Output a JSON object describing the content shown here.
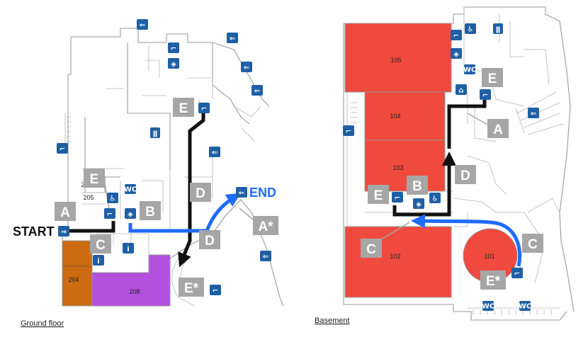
{
  "colors": {
    "route_black": "#111111",
    "route_blue": "#1e6bff",
    "room_orange": "#cc6b12",
    "room_purple": "#b44fde",
    "room_red": "#ef4a3d",
    "label_gray": "#a6a6a6",
    "icon_blue": "#1f5fa5"
  },
  "ground_floor": {
    "caption": "Ground floor",
    "start_label": "START",
    "end_label": "END",
    "rooms": [
      "206",
      "205",
      "204",
      "208"
    ],
    "labels": [
      "A",
      "C",
      "E",
      "B",
      "D",
      "E",
      "D",
      "A*",
      "E*"
    ]
  },
  "basement": {
    "caption": "Basement",
    "rooms": [
      "105",
      "104",
      "103",
      "102",
      "101"
    ],
    "labels": [
      "E",
      "A",
      "E",
      "B",
      "D",
      "C",
      "C",
      "E*"
    ]
  },
  "icons": {
    "exit": "exit-arrow-icon",
    "stairs": "stairs-icon",
    "wheelchair": "wheelchair-icon",
    "wc": "WC",
    "info": "i",
    "elevator": "elevator-icon",
    "restaurant": "cutlery-icon",
    "conference": "auditorium-icon"
  }
}
